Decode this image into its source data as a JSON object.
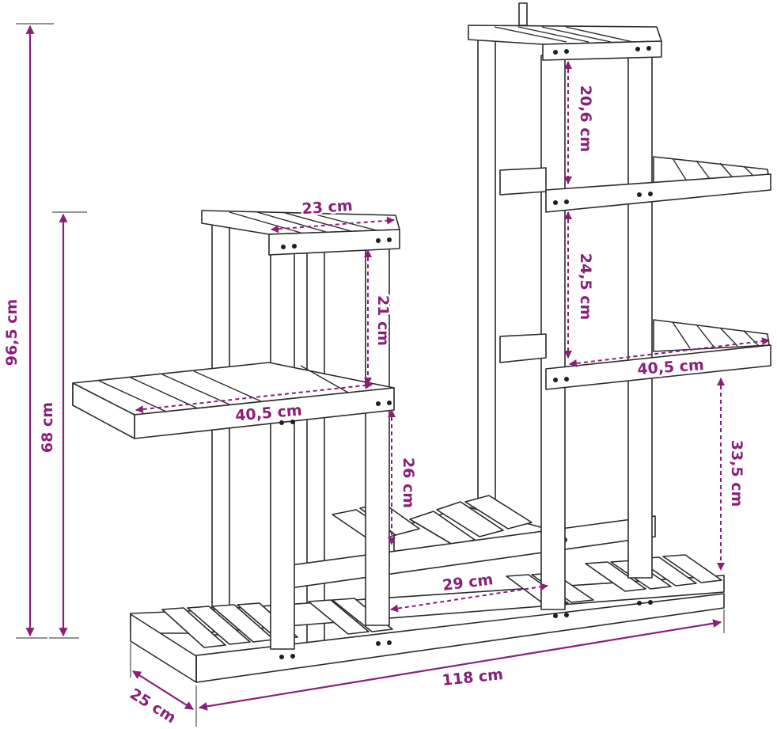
{
  "dimensions": {
    "total_height": "96,5 cm",
    "left_height": "68 cm",
    "top_small_width": "23 cm",
    "left_gap_upper": "21 cm",
    "left_shelf_width": "40,5 cm",
    "left_gap_lower": "26 cm",
    "bottom_middle_width": "29 cm",
    "total_width": "118 cm",
    "depth": "25 cm",
    "right_gap_top": "20,6 cm",
    "right_gap_middle": "24,5 cm",
    "right_shelf_width": "40,5 cm",
    "right_gap_bottom": "33,5 cm"
  },
  "colors": {
    "dimension": "#8a1f79",
    "outline": "#2b2b2b"
  }
}
